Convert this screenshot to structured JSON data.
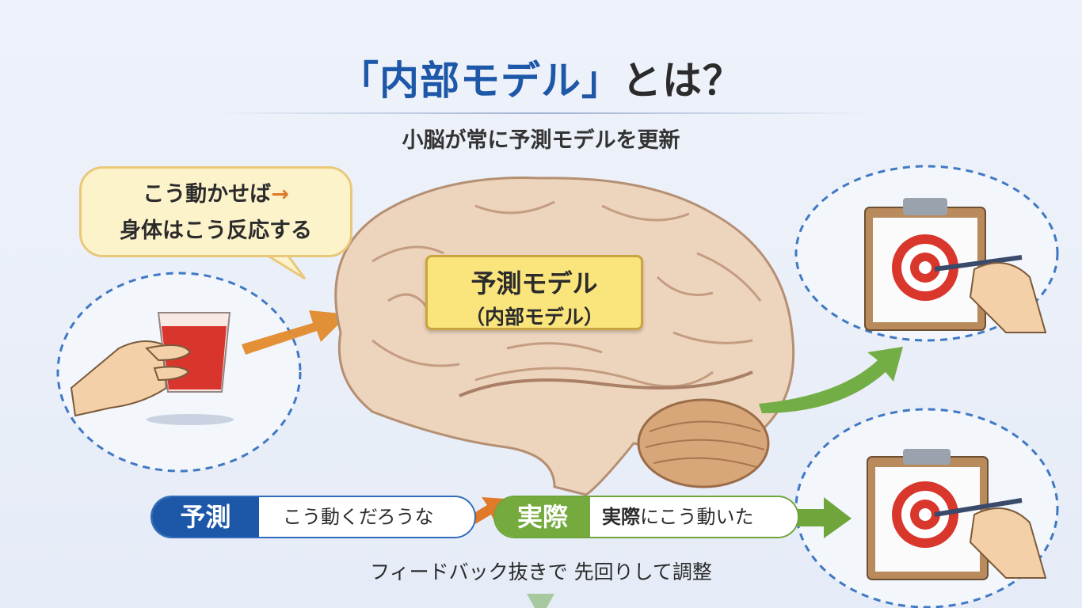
{
  "title": {
    "highlight": "「内部モデル」",
    "rest": "とは？"
  },
  "subtitle": "小脳が常に予測モデルを更新",
  "bubble": {
    "line1": "こう動かせば",
    "arrow": "→",
    "line2": "身体はこう反応する"
  },
  "model_box": {
    "line1": "予測モデル",
    "line2": "（内部モデル）"
  },
  "flow": {
    "predict_tag": "予測",
    "predict_text": "こう動くだろうな",
    "actual_tag": "実際",
    "actual_text_bold": "実際",
    "actual_text": "にこう動いた"
  },
  "footer": "フィードバック抜きで 先回りして調整",
  "colors": {
    "blue": "#1d57a8",
    "green": "#6fa53a",
    "orange": "#e0792a",
    "yellow": "#fae47c"
  }
}
